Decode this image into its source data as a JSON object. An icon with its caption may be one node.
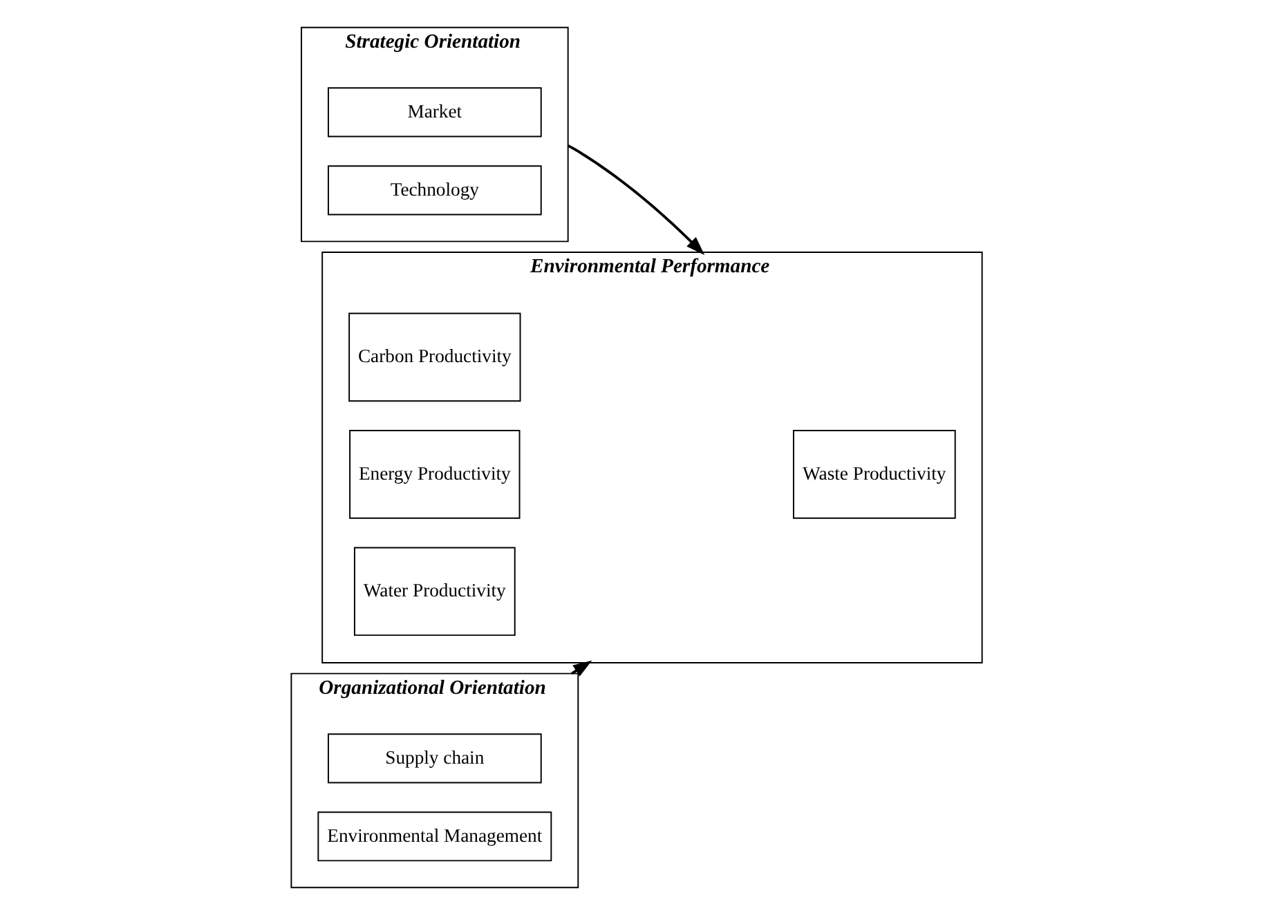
{
  "diagram": {
    "nodes": [
      {
        "text": [
          "Strategic Orientation"
        ]
      },
      {
        "text": [
          "Market"
        ],
        "in": 0
      },
      {
        "text": [
          "Technology"
        ],
        "in": 0
      },
      {
        "text": [
          "Organizational Orientation"
        ]
      },
      {
        "text": [
          "Supply chain"
        ],
        "in": 3
      },
      {
        "text": [
          "Environmental Management"
        ],
        "in": 3
      },
      {
        "text": [
          "Environmental Performance"
        ]
      },
      {
        "text": [
          "Carbon Productivity"
        ],
        "in": 6
      },
      {
        "text": [
          "Energy Productivity"
        ],
        "in": 6
      },
      {
        "text": [
          "Waste Productivity"
        ],
        "in": 6
      },
      {
        "text": [
          "Water Productivity"
        ],
        "in": 6
      }
    ],
    "edges": [
      {
        "from": 0,
        "to": 6,
        "arrow": "to"
      },
      {
        "from": 3,
        "to": 6,
        "arrow": "to"
      }
    ]
  }
}
